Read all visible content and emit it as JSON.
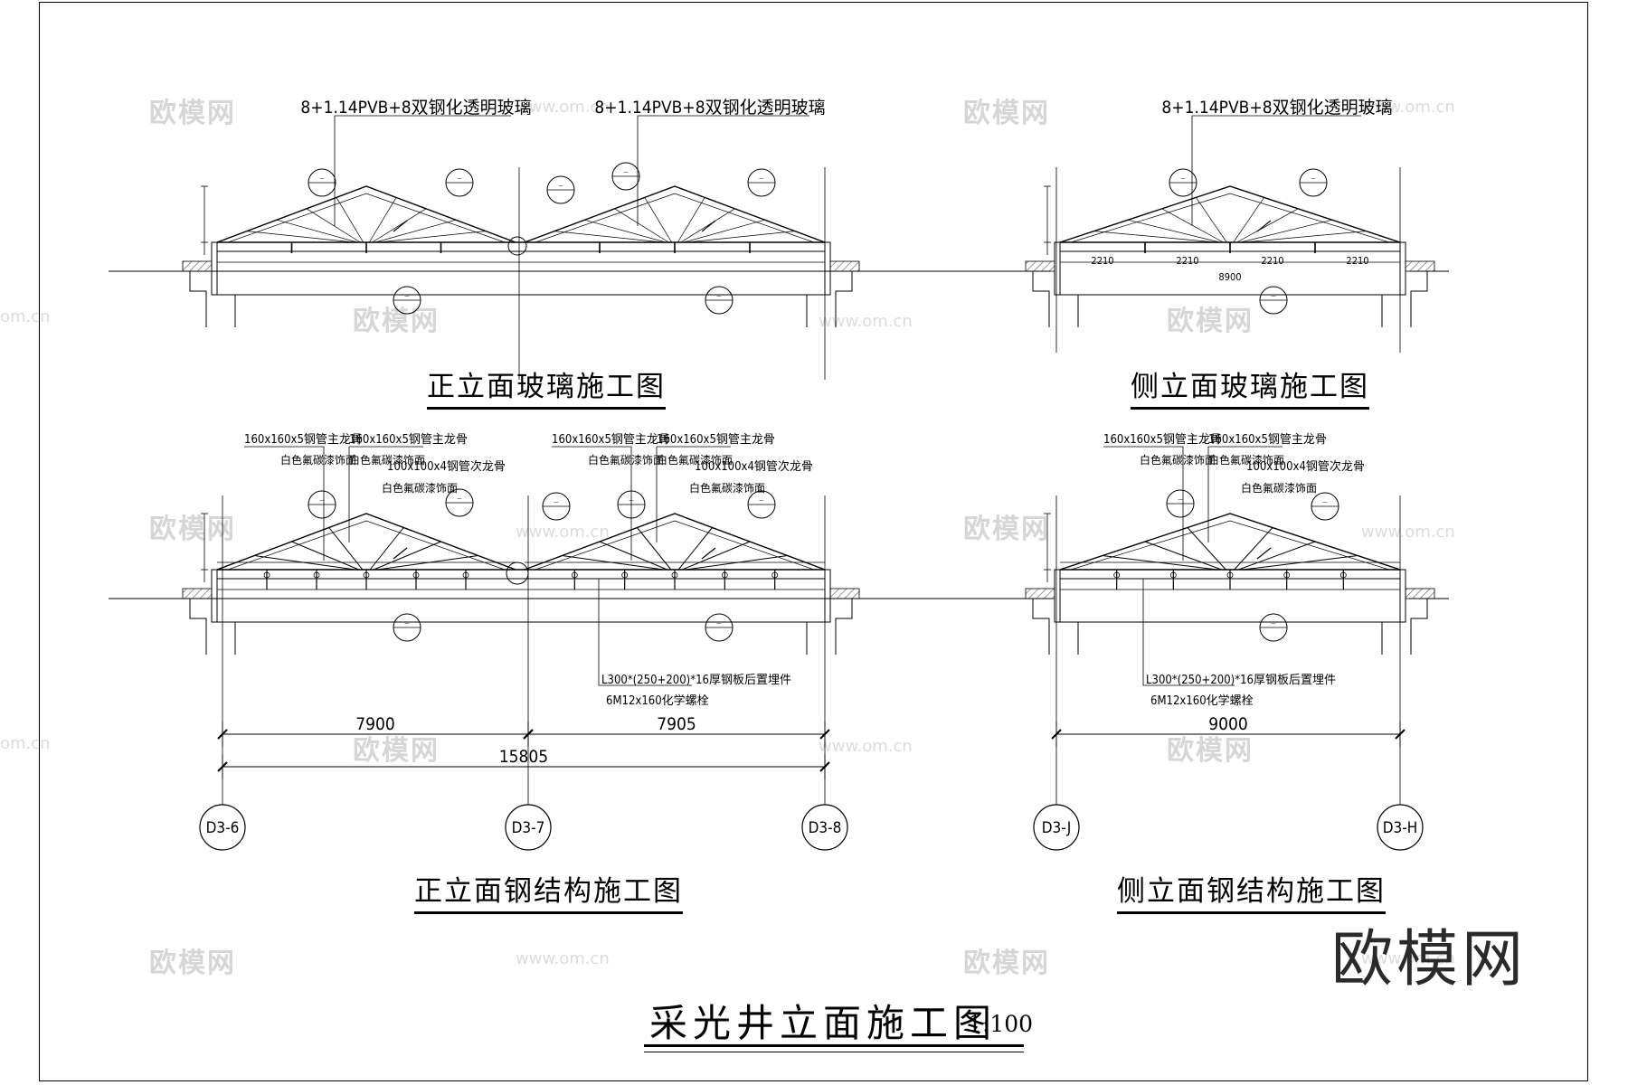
{
  "views": {
    "front_glass": {
      "title": "正立面玻璃施工图",
      "callouts": [
        "8+1.14PVB+8双钢化透明玻璃",
        "8+1.14PVB+8双钢化透明玻璃"
      ]
    },
    "side_glass": {
      "title": "侧立面玻璃施工图",
      "callouts": [
        "8+1.14PVB+8双钢化透明玻璃"
      ]
    },
    "front_steel": {
      "title": "正立面钢结构施工图",
      "callouts": [
        "160x160x5钢管主龙骨",
        "白色氟碳漆饰面",
        "160x160x5钢管主龙骨",
        "白色氟碳漆饰面",
        "100x100x4钢管次龙骨",
        "白色氟碳漆饰面"
      ],
      "embed_note": "L300*(250+200)*16厚钢板后置埋件",
      "bolt_note": "6M12x160化学螺栓"
    },
    "side_steel": {
      "title": "侧立面钢结构施工图",
      "callouts": [
        "160x160x5钢管主龙骨",
        "白色氟碳漆饰面",
        "160x160x5钢管主龙骨",
        "白色氟碳漆饰面",
        "100x100x4钢管次龙骨",
        "白色氟碳漆饰面"
      ],
      "embed_note": "L300*(250+200)*16厚钢板后置埋件",
      "bolt_note": "6M12x160化学螺栓"
    }
  },
  "dimensions": {
    "front": [
      "7900",
      "7905",
      "15805"
    ],
    "side": [
      "9000"
    ],
    "side_glass_bays": [
      "2210",
      "2210",
      "2210",
      "2210"
    ],
    "side_glass_total": "8900"
  },
  "grid_axes": [
    "D3-6",
    "D3-7",
    "D3-8",
    "D3-J",
    "D3-H"
  ],
  "main_title": "采光井立面施工图",
  "scale": "1:100",
  "brand_logo": "欧模网",
  "watermark": {
    "text": "欧模网",
    "url": "www.om.cn",
    "short_url": "om.cn"
  },
  "colors": {
    "line": "#000000",
    "watermark": "#d6d6d6",
    "hatch": "#555555"
  }
}
